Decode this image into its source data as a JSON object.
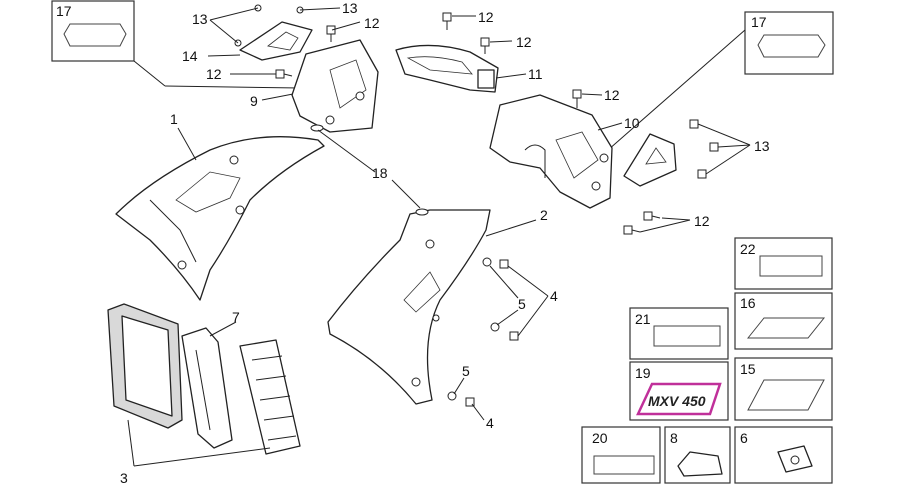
{
  "callouts": {
    "c1": "1",
    "c2": "2",
    "c3": "3",
    "c4a": "4",
    "c4b": "4",
    "c5a": "5",
    "c5b": "5",
    "c7": "7",
    "c9": "9",
    "c10": "10",
    "c11": "11",
    "c12a": "12",
    "c12b": "12",
    "c12c": "12",
    "c12d": "12",
    "c12e": "12",
    "c12f": "12",
    "c13a": "13",
    "c13b": "13",
    "c13c": "13",
    "c14": "14",
    "c18": "18"
  },
  "boxes": {
    "b17a": "17",
    "b17b": "17",
    "b22": "22",
    "b21": "21",
    "b16": "16",
    "b19": "19",
    "b15": "15",
    "b20": "20",
    "b8": "8",
    "b6": "6"
  },
  "decal_19_text": "MXV 450",
  "colors": {
    "decal_outline": "#c0309a",
    "line": "#222222"
  }
}
